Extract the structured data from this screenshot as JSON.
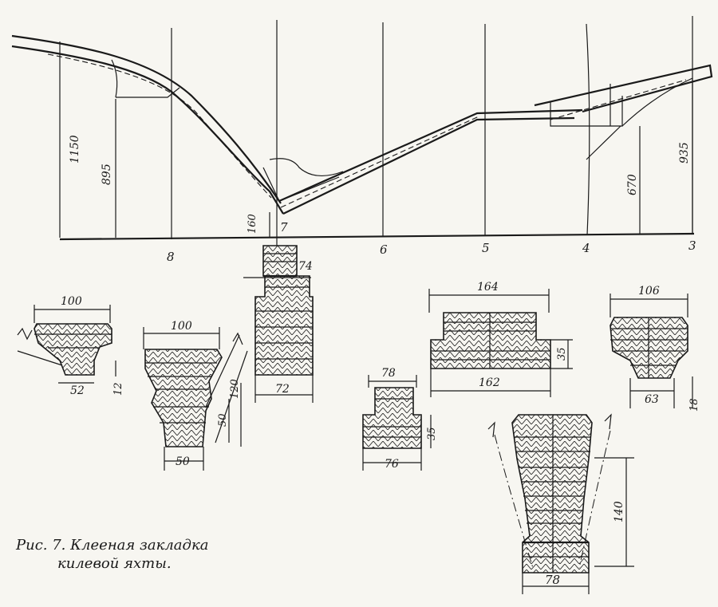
{
  "stations": [
    "8",
    "7",
    "6",
    "5",
    "4",
    "3"
  ],
  "heights": {
    "h1150": "1150",
    "h895": "895",
    "h160": "160",
    "h670": "670",
    "h935": "935"
  },
  "sections": {
    "s1": {
      "top": "100",
      "bottom": "52",
      "side": "12"
    },
    "s2": {
      "top": "100",
      "side1": "120",
      "side2": "50",
      "bottom": "50"
    },
    "s3": {
      "top": "74",
      "bottom": "72"
    },
    "s4": {
      "top": "78",
      "side": "35",
      "bottom": "76"
    },
    "s5": {
      "top": "164",
      "side": "35",
      "bottom": "162"
    },
    "s6": {
      "top": "106",
      "bottom": "63",
      "side": "18"
    },
    "s7": {
      "side": "140",
      "bottom": "78"
    }
  },
  "caption": {
    "line1": "Рис. 7. Клееная закладка",
    "line2": "килевой яхты."
  }
}
